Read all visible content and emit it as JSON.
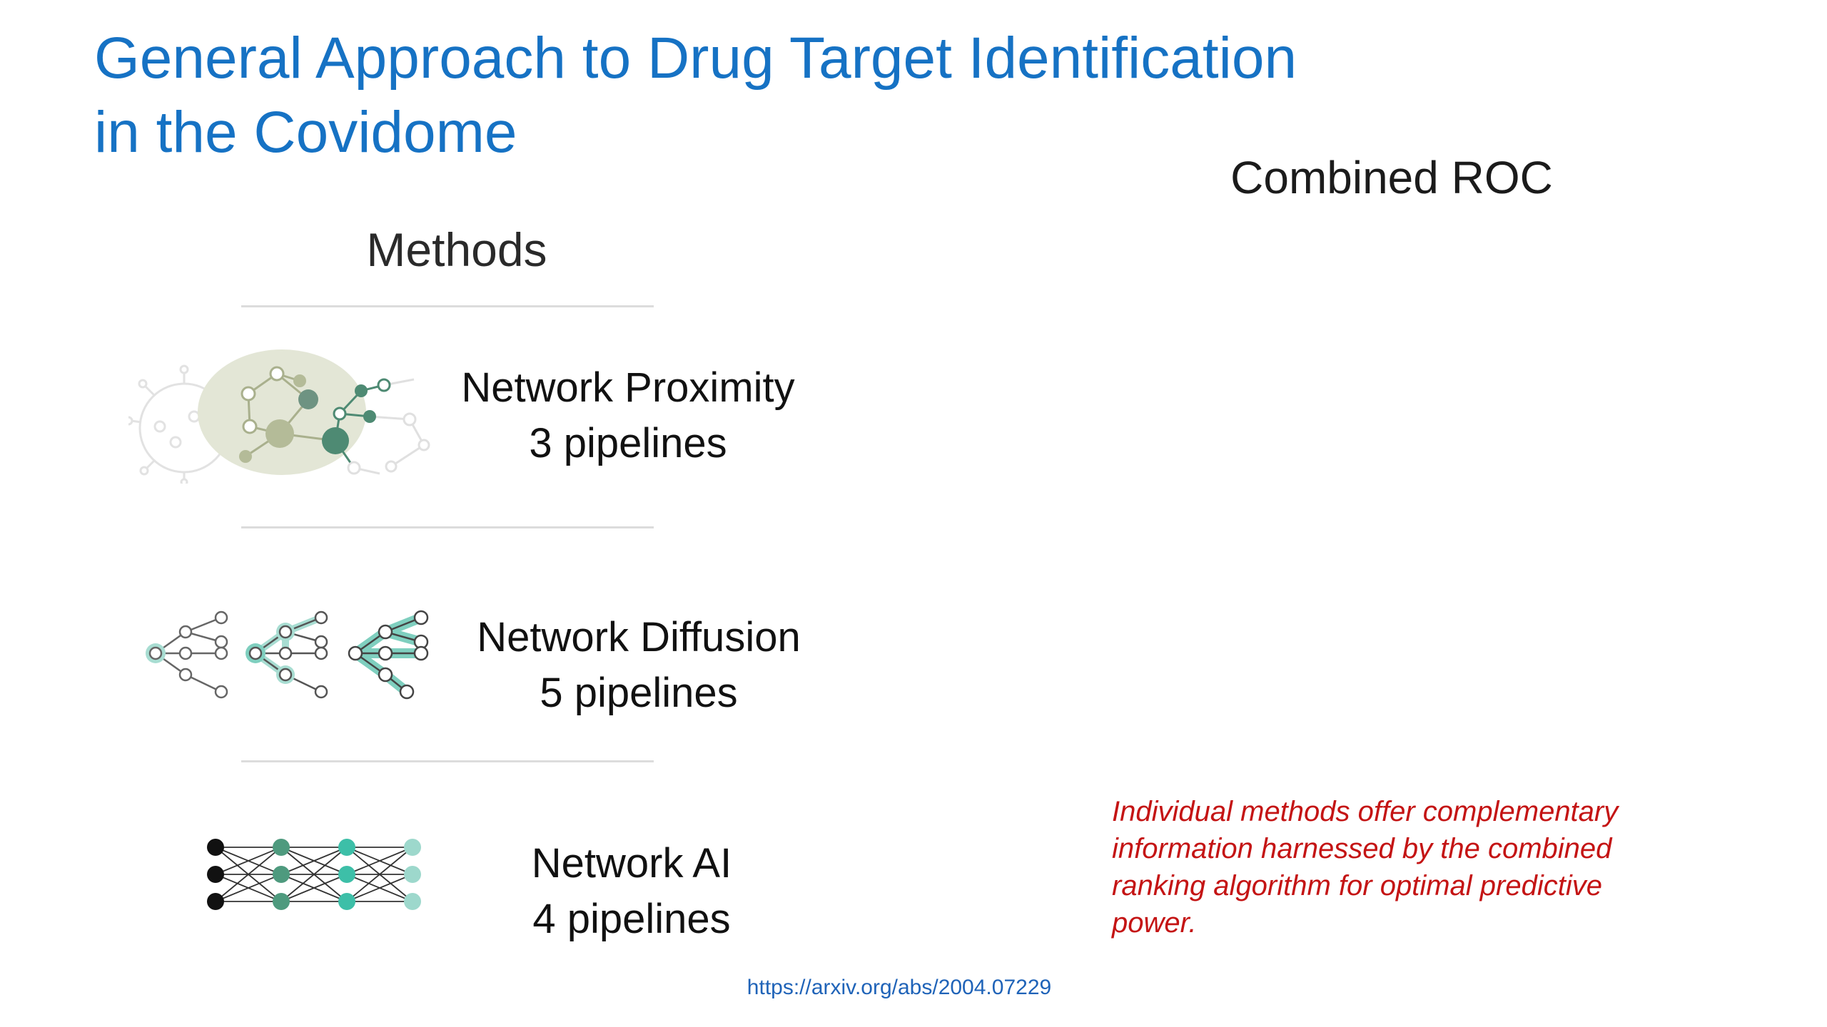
{
  "slide": {
    "title_line1": "General Approach to Drug Target Identification",
    "title_line2": "in the Covidome",
    "roc_label": "Combined ROC",
    "methods_label": "Methods",
    "methods": [
      {
        "name": "Network Proximity",
        "pipelines": "3 pipelines",
        "icon": "network-proximity-icon"
      },
      {
        "name": "Network Diffusion",
        "pipelines": "5 pipelines",
        "icon": "network-diffusion-icon"
      },
      {
        "name": "Network AI",
        "pipelines": "4 pipelines",
        "icon": "neural-network-icon"
      }
    ],
    "note": "Individual methods offer complementary information harnessed by the combined ranking algorithm for optimal predictive power.",
    "url": "https://arxiv.org/abs/2004.07229"
  },
  "colors": {
    "title": "#1672c4",
    "note": "#c41414",
    "url": "#1f63b8",
    "teal": "#4fb8a8",
    "dark_green": "#4e8a73",
    "olive": "#b4bb98"
  }
}
